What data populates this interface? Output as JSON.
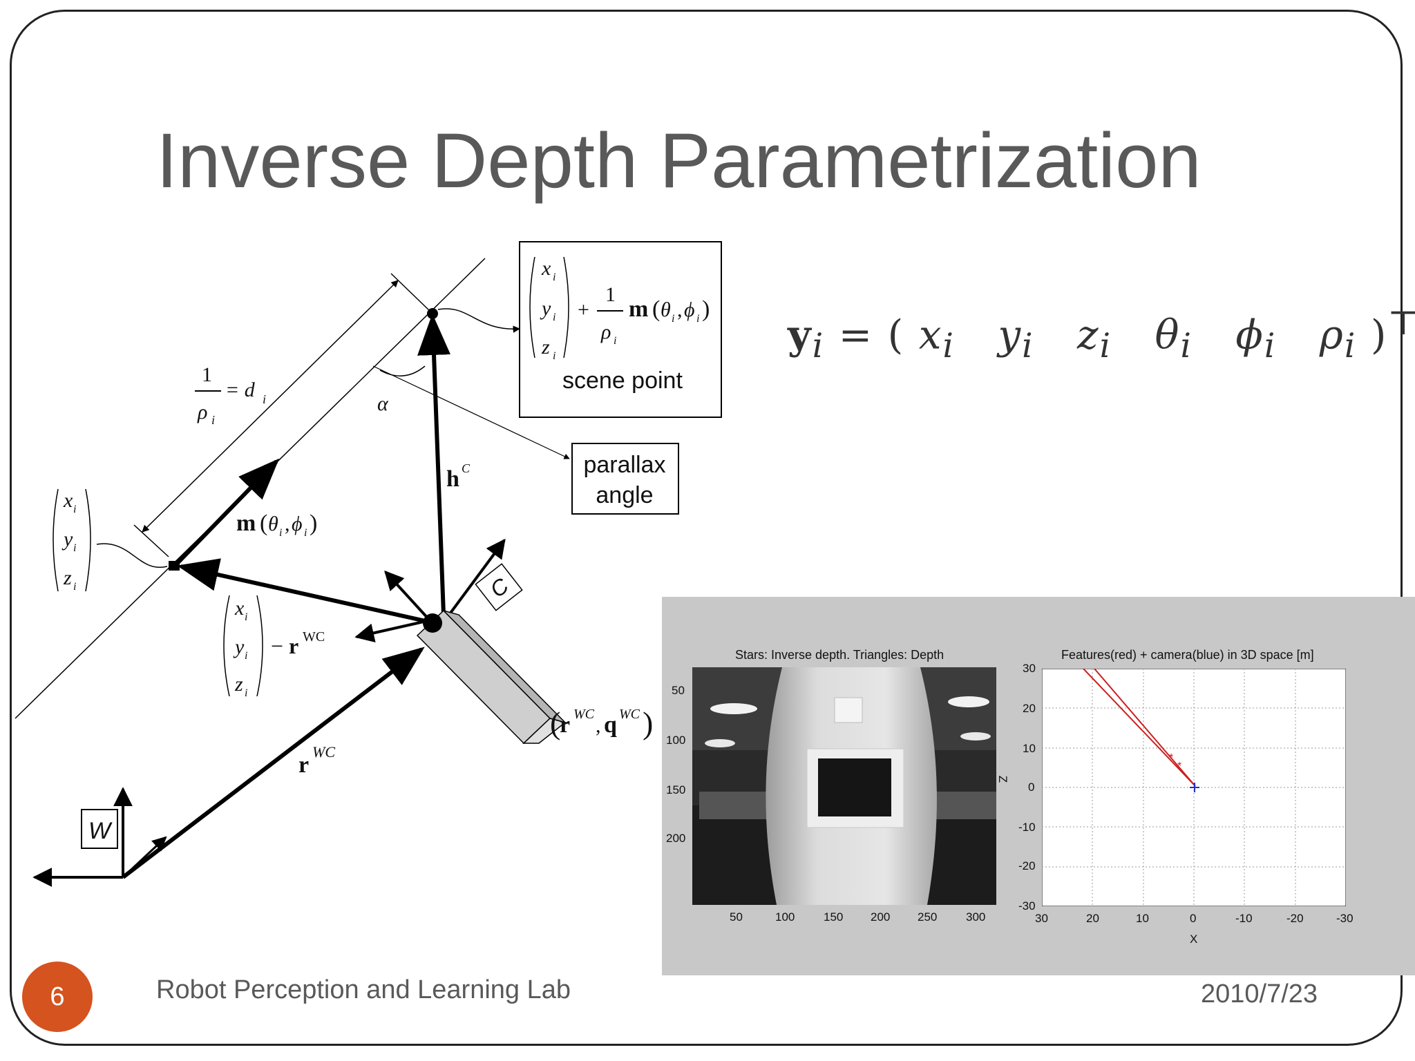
{
  "slide": {
    "title": "Inverse Depth Parametrization",
    "page_number": "6",
    "footer_text": "Robot Perception and Learning Lab",
    "date": "2010/7/23",
    "accent_color": "#d4531f"
  },
  "diagram": {
    "scene_point_label": "scene point",
    "parallax_label_line1": "parallax",
    "parallax_label_line2": "angle",
    "world_frame_label": "W",
    "camera_frame_label": "C",
    "alpha_label": "α",
    "depth_label": "= d",
    "depth_subscript": "i",
    "one": "1",
    "rho": "ρ",
    "sub_i": "i",
    "x": "x",
    "y": "y",
    "z": "z",
    "plus": "+",
    "minus": "−",
    "comma": ",",
    "m_bold": "m",
    "theta": "θ",
    "phi": "ϕ",
    "h_bold": "h",
    "h_sup": "C",
    "r_bold": "r",
    "q_bold": "q",
    "wc_upper": "WC",
    "wc_italic": "WC",
    "lparen": "(",
    "rparen": ")"
  },
  "equation": {
    "lhs": "y",
    "lhs_sub": "i",
    "equals": "=",
    "open": "(",
    "comp_x": "x",
    "comp_y": "y",
    "comp_z": "z",
    "comp_theta": "θ",
    "comp_phi": "ϕ",
    "comp_rho": "ρ",
    "sub": "i",
    "close": ")",
    "transpose": "⊤"
  },
  "matlab": {
    "left_plot_title": "Stars: Inverse depth. Triangles: Depth",
    "left_x_ticks": [
      "50",
      "100",
      "150",
      "200",
      "250",
      "300"
    ],
    "left_y_ticks": [
      "50",
      "100",
      "150",
      "200"
    ],
    "right_plot_title": "Features(red) + camera(blue) in 3D space [m]",
    "right_x_ticks": [
      "30",
      "20",
      "10",
      "0",
      "-10",
      "-20",
      "-30"
    ],
    "right_y_ticks": [
      "30",
      "20",
      "10",
      "0",
      "-10",
      "-20",
      "-30"
    ],
    "right_x_label": "X",
    "right_y_label": "Z",
    "feature_color": "#cc1f1f",
    "camera_color": "#1f2fcc"
  }
}
